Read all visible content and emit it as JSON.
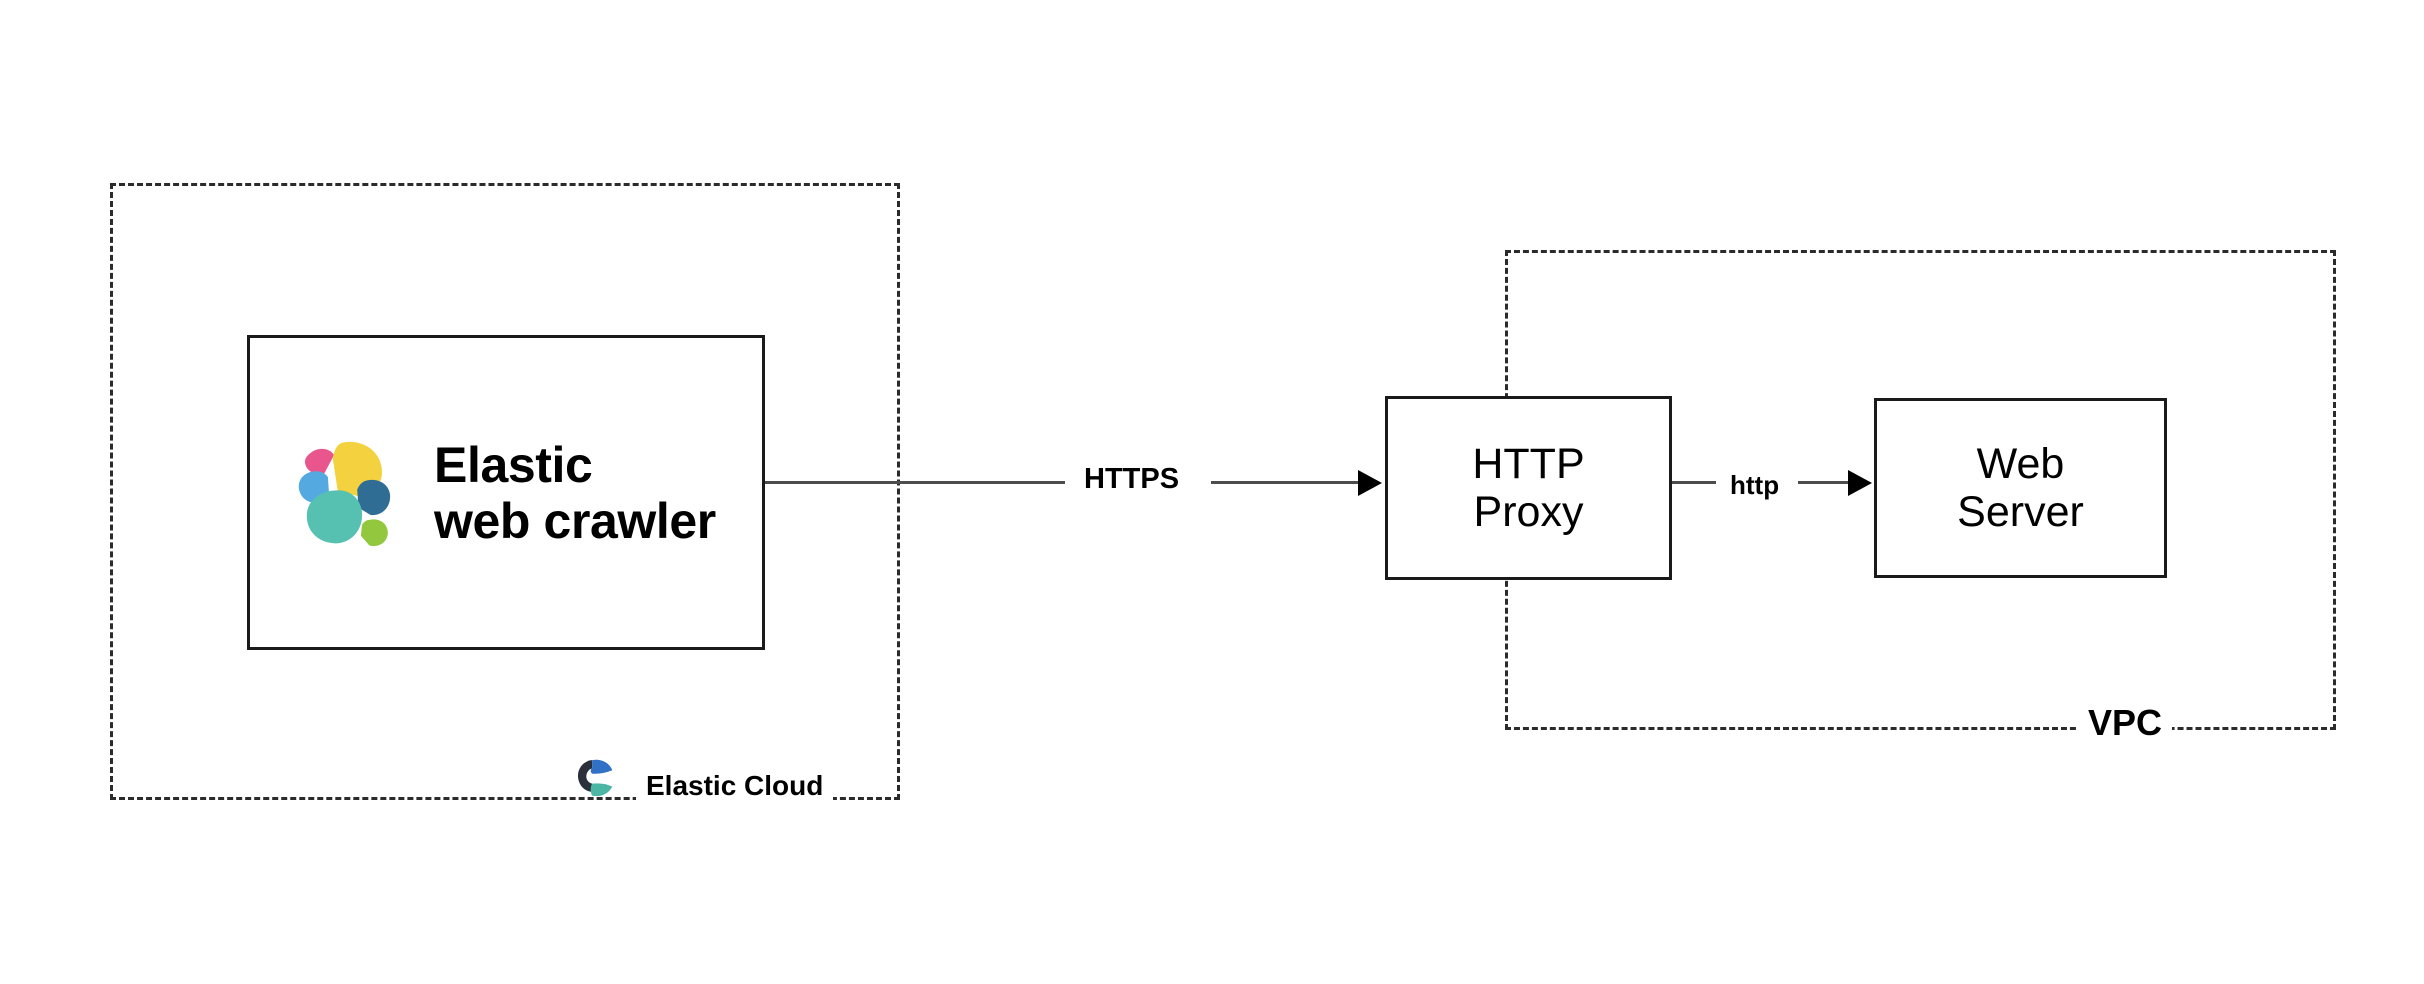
{
  "diagram": {
    "title": "Elastic web crawler connecting through an HTTP proxy inside a VPC",
    "type": "network-architecture-flow"
  },
  "zones": [
    {
      "id": "elastic-cloud",
      "caption": "Elastic Cloud",
      "border_style": "dashed",
      "border_color": "#2b2b2b"
    },
    {
      "id": "vpc",
      "caption": "VPC",
      "border_style": "dashed",
      "border_color": "#2b2b2b"
    }
  ],
  "nodes": {
    "crawler": {
      "title_line1": "Elastic",
      "title_line2": "web crawler",
      "logo": "elastic-bloom-logo",
      "border_color": "#1a1a1a"
    },
    "proxy": {
      "line1": "HTTP",
      "line2": "Proxy",
      "border_color": "#1a1a1a"
    },
    "server": {
      "line1": "Web",
      "line2": "Server",
      "border_color": "#1a1a1a"
    }
  },
  "edges": [
    {
      "id": "crawler-to-proxy",
      "label": "HTTPS",
      "from": "crawler",
      "to": "proxy",
      "arrow": true
    },
    {
      "id": "proxy-to-server",
      "label": "http",
      "from": "proxy",
      "to": "server",
      "arrow": true
    }
  ],
  "colors": {
    "bloom_pink": "#e9568d",
    "bloom_yellow": "#f4d13e",
    "bloom_light_blue": "#54aae0",
    "bloom_dark_blue": "#2f6d94",
    "bloom_teal": "#56c1b0",
    "bloom_green": "#93c83e",
    "cloud_blue": "#3071c6",
    "cloud_navy": "#2b303b",
    "cloud_teal": "#4bb6a4",
    "line": "#4d4d4d",
    "arrow": "#000000",
    "box_border": "#1a1a1a",
    "dashed_border": "#2b2b2b",
    "background": "#ffffff"
  }
}
